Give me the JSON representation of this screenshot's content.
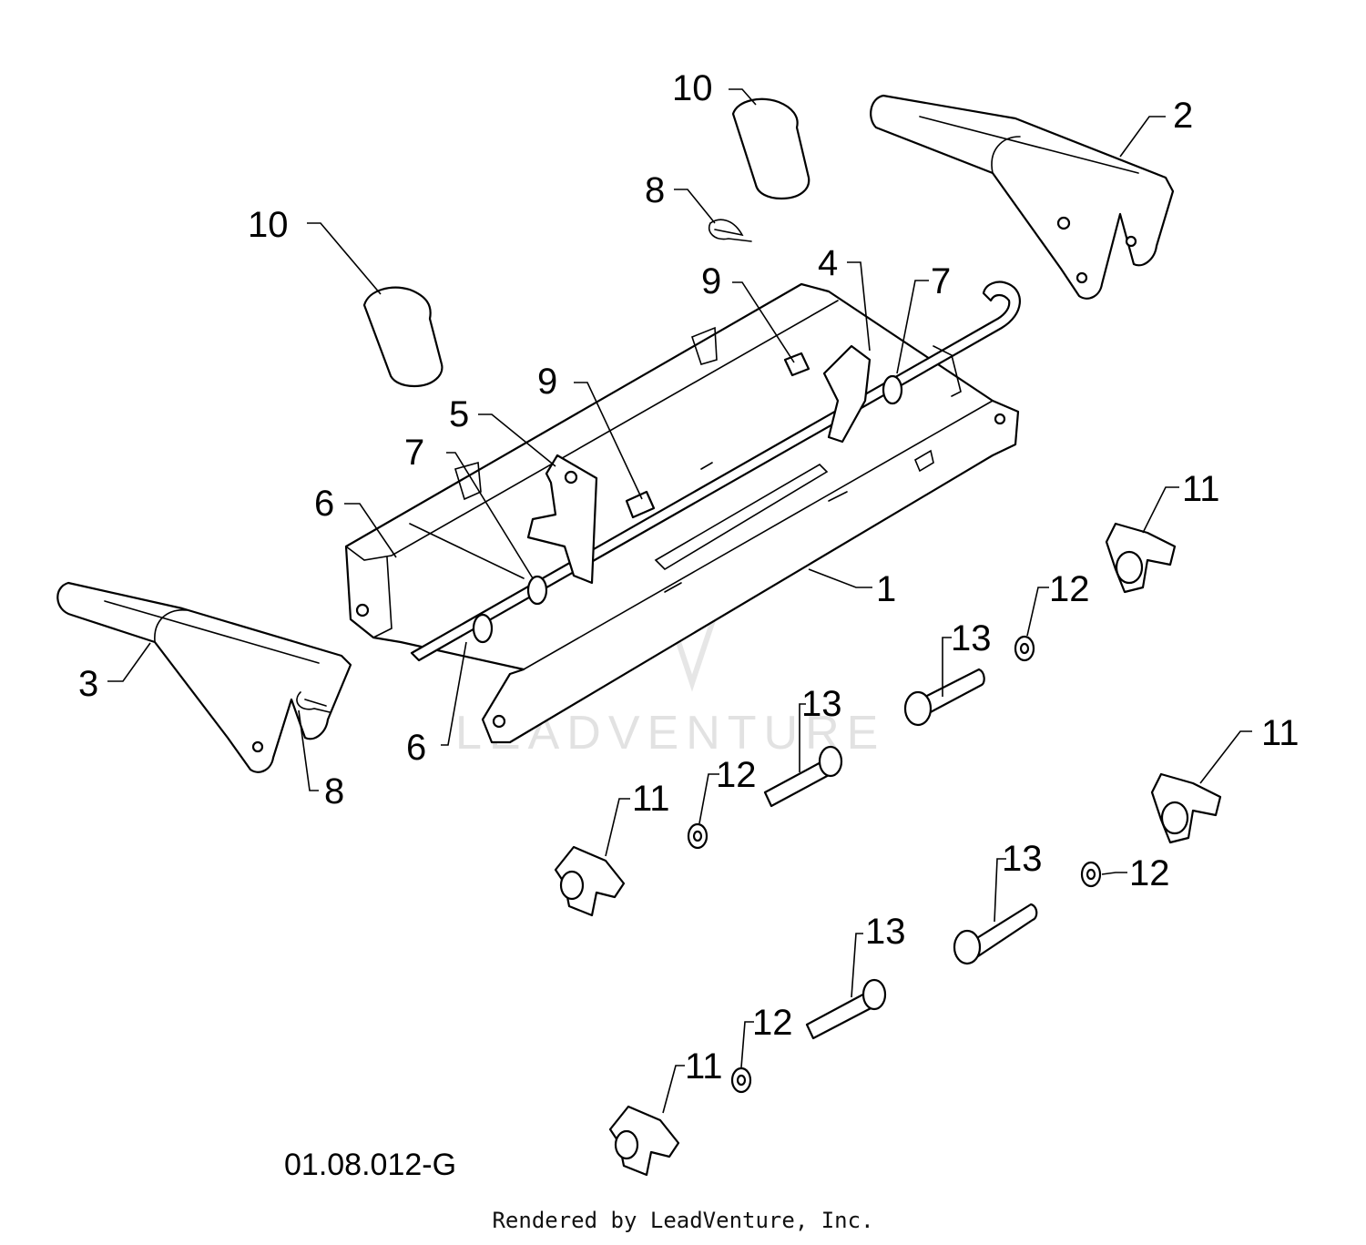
{
  "diagram": {
    "callouts": [
      {
        "id": "c1",
        "label": "1"
      },
      {
        "id": "c2",
        "label": "2"
      },
      {
        "id": "c3",
        "label": "3"
      },
      {
        "id": "c4",
        "label": "4"
      },
      {
        "id": "c5",
        "label": "5"
      },
      {
        "id": "c6a",
        "label": "6"
      },
      {
        "id": "c6b",
        "label": "6"
      },
      {
        "id": "c7a",
        "label": "7"
      },
      {
        "id": "c7b",
        "label": "7"
      },
      {
        "id": "c8a",
        "label": "8"
      },
      {
        "id": "c8b",
        "label": "8"
      },
      {
        "id": "c9a",
        "label": "9"
      },
      {
        "id": "c9b",
        "label": "9"
      },
      {
        "id": "c10a",
        "label": "10"
      },
      {
        "id": "c10b",
        "label": "10"
      },
      {
        "id": "c11a",
        "label": "11"
      },
      {
        "id": "c11b",
        "label": "11"
      },
      {
        "id": "c11c",
        "label": "11"
      },
      {
        "id": "c11d",
        "label": "11"
      },
      {
        "id": "c12a",
        "label": "12"
      },
      {
        "id": "c12b",
        "label": "12"
      },
      {
        "id": "c12c",
        "label": "12"
      },
      {
        "id": "c12d",
        "label": "12"
      },
      {
        "id": "c13a",
        "label": "13"
      },
      {
        "id": "c13b",
        "label": "13"
      },
      {
        "id": "c13c",
        "label": "13"
      },
      {
        "id": "c13d",
        "label": "13"
      }
    ],
    "drawing_code": "01.08.012-G",
    "watermark": "LEADVENTURE"
  },
  "footer": {
    "credit": "Rendered by LeadVenture, Inc."
  },
  "colors": {
    "line": "#000000",
    "background": "#ffffff",
    "watermark": "#e2e2e2"
  }
}
